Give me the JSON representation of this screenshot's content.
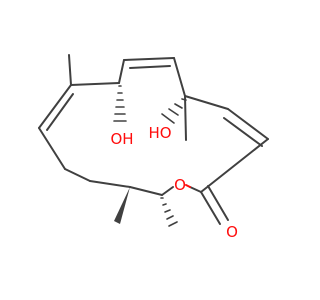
{
  "molecule": {
    "atoms": [
      {
        "id": "ring-oxygen",
        "label": "O"
      },
      {
        "id": "carbonyl-oxygen",
        "label": "O"
      },
      {
        "id": "hydroxyl-1",
        "label": "OH"
      },
      {
        "id": "hydroxyl-2",
        "label": "HO"
      }
    ]
  },
  "colors": {
    "bond": "#404040",
    "heteroatom": "#ff0d0d",
    "background": "#ffffff"
  }
}
